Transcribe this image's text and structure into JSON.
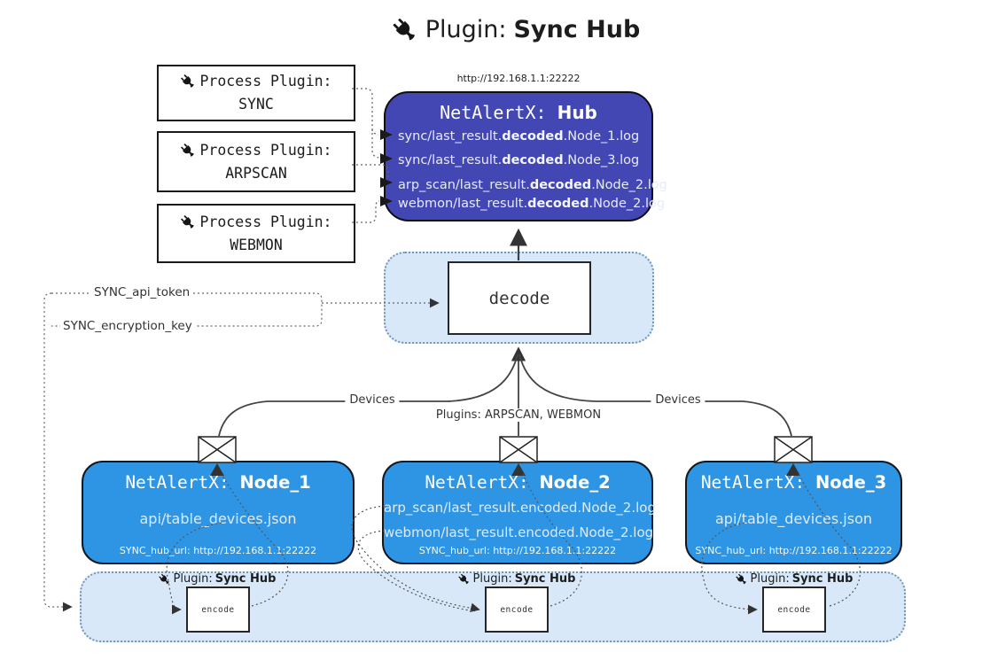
{
  "title": {
    "label": "Plugin: ",
    "bold": "Sync Hub"
  },
  "hub": {
    "url": "http://192.168.1.1:22222",
    "name_mono": "NetAlertX: ",
    "name_bold": "Hub",
    "logs": [
      {
        "pre": "sync/last_result.",
        "bold": "decoded",
        "post": ".Node_1.log"
      },
      {
        "pre": "sync/last_result.",
        "bold": "decoded",
        "post": ".Node_3.log"
      },
      {
        "pre": "arp_scan/last_result.",
        "bold": "decoded",
        "post": ".Node_2.log"
      },
      {
        "pre": "webmon/last_result.",
        "bold": "decoded",
        "post": ".Node_2.log"
      }
    ]
  },
  "process_plugins": [
    {
      "title": "Process Plugin:",
      "name": "SYNC"
    },
    {
      "title": "Process Plugin:",
      "name": "ARPSCAN"
    },
    {
      "title": "Process Plugin:",
      "name": "WEBMON"
    }
  ],
  "decode_label": "decode",
  "keys": {
    "api_token": "SYNC_api_token",
    "encryption_key": "SYNC_encryption_key"
  },
  "edges": {
    "devices_left": "Devices",
    "devices_right": "Devices",
    "plugins_middle": "Plugins: ARPSCAN, WEBMON"
  },
  "nodes": [
    {
      "name_mono": "NetAlertX: ",
      "name_bold": "Node_1",
      "lines": [
        "api/table_devices.json"
      ],
      "hub_url": "SYNC_hub_url: http://192.168.1.1:22222"
    },
    {
      "name_mono": "NetAlertX: ",
      "name_bold": "Node_2",
      "lines": [
        "arp_scan/last_result.encoded.Node_2.log",
        "webmon/last_result.encoded.Node_2.log"
      ],
      "hub_url": "SYNC_hub_url: http://192.168.1.1:22222"
    },
    {
      "name_mono": "NetAlertX: ",
      "name_bold": "Node_3",
      "lines": [
        "api/table_devices.json"
      ],
      "hub_url": "SYNC_hub_url: http://192.168.1.1:22222"
    }
  ],
  "encoders": [
    {
      "plugin_label": "Plugin: ",
      "plugin_bold": "Sync Hub",
      "box_label": "encode"
    },
    {
      "plugin_label": "Plugin: ",
      "plugin_bold": "Sync Hub",
      "box_label": "encode"
    },
    {
      "plugin_label": "Plugin: ",
      "plugin_bold": "Sync Hub",
      "box_label": "encode"
    }
  ],
  "colors": {
    "hub_fill": "#4347b4",
    "node_fill": "#2e95e5",
    "panel_fill": "#d8e8f9",
    "line": "#444444"
  }
}
